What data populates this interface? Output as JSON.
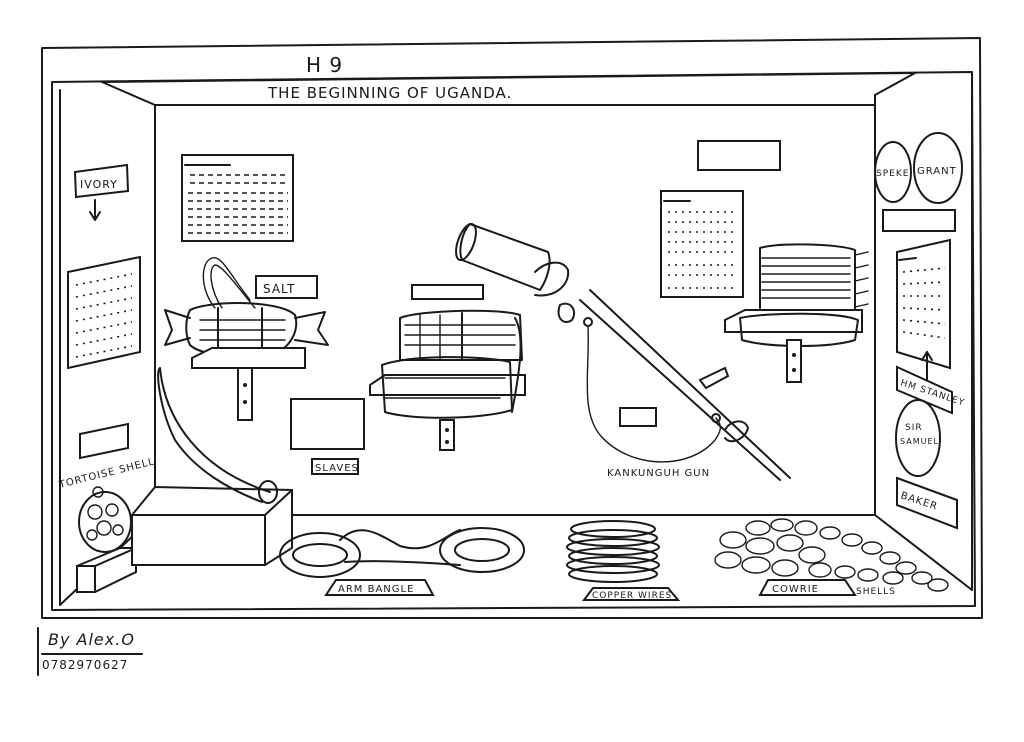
{
  "exhibit": {
    "code": "H 9",
    "title": "THE BEGINNING OF UGANDA."
  },
  "labels": {
    "ivory": "IVORY",
    "tortoise_shell": "TORTOISE SHELL",
    "salt": "SALT",
    "slaves": "SLAVES",
    "kankunguh_gun": "KANKUNGUH GUN",
    "arm_bangle": "ARM BANGLE",
    "copper_wire": "COPPER WIRES",
    "cowrie": "COWRIE",
    "shells": "SHELLS"
  },
  "right_wall": {
    "portraits": [
      "SPEKE",
      "GRANT"
    ],
    "stanley_label": "HM STANLEY",
    "samuel_line1": "SIR",
    "samuel_line2": "SAMUEL",
    "baker_label": "BAKER"
  },
  "signature": {
    "author": "By Alex.O",
    "phone": "0782970627"
  },
  "colors": {
    "ink": "#1a1a1a",
    "paper": "#ffffff"
  }
}
